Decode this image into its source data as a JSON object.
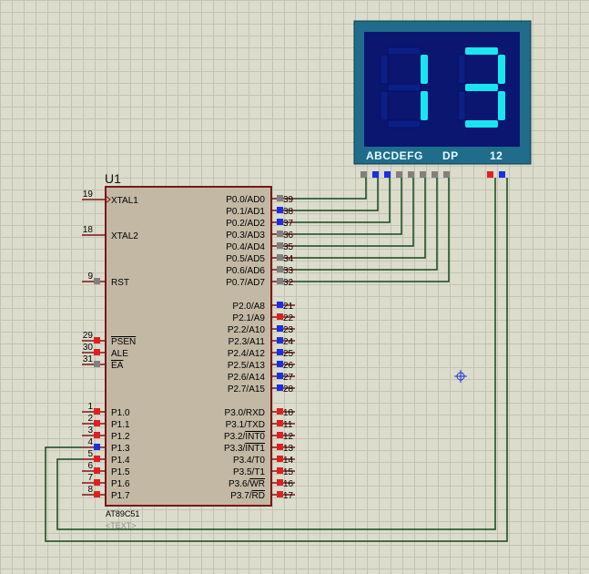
{
  "colors": {
    "chip_body": "#c2b8a4",
    "chip_border": "#7a1717",
    "wire": "#13471c",
    "pin_low": "#1a2fe0",
    "pin_high": "#e02020",
    "pin_float": "#808080",
    "display_frame": "#1f6d8a",
    "display_screen": "#0a1670",
    "segment_on": "#19e5f0",
    "segment_off": "#0b1f86"
  },
  "chip": {
    "ref": "U1",
    "part": "AT89C51",
    "text_placeholder": "<TEXT>",
    "left_pins": [
      {
        "num": "19",
        "name": "XTAL1",
        "state": "none"
      },
      {
        "num": "18",
        "name": "XTAL2",
        "state": "none"
      },
      {
        "num": "9",
        "name": "RST",
        "state": "float"
      },
      {
        "num": "29",
        "name": "PSEN",
        "state": "high",
        "overline": true
      },
      {
        "num": "30",
        "name": "ALE",
        "state": "high"
      },
      {
        "num": "31",
        "name": "EA",
        "state": "float",
        "overline": true
      },
      {
        "num": "1",
        "name": "P1.0",
        "state": "high"
      },
      {
        "num": "2",
        "name": "P1.1",
        "state": "high"
      },
      {
        "num": "3",
        "name": "P1.2",
        "state": "high"
      },
      {
        "num": "4",
        "name": "P1.3",
        "state": "low"
      },
      {
        "num": "5",
        "name": "P1.4",
        "state": "high"
      },
      {
        "num": "6",
        "name": "P1.5",
        "state": "high"
      },
      {
        "num": "7",
        "name": "P1.6",
        "state": "high"
      },
      {
        "num": "8",
        "name": "P1.7",
        "state": "high"
      }
    ],
    "right_pins": [
      {
        "num": "39",
        "name": "P0.0/AD0",
        "state": "float"
      },
      {
        "num": "38",
        "name": "P0.1/AD1",
        "state": "low"
      },
      {
        "num": "37",
        "name": "P0.2/AD2",
        "state": "low"
      },
      {
        "num": "36",
        "name": "P0.3/AD3",
        "state": "float"
      },
      {
        "num": "35",
        "name": "P0.4/AD4",
        "state": "float"
      },
      {
        "num": "34",
        "name": "P0.5/AD5",
        "state": "float"
      },
      {
        "num": "33",
        "name": "P0.6/AD6",
        "state": "float"
      },
      {
        "num": "32",
        "name": "P0.7/AD7",
        "state": "float"
      },
      {
        "num": "21",
        "name": "P2.0/A8",
        "state": "low"
      },
      {
        "num": "22",
        "name": "P2.1/A9",
        "state": "high"
      },
      {
        "num": "23",
        "name": "P2.2/A10",
        "state": "low"
      },
      {
        "num": "24",
        "name": "P2.3/A11",
        "state": "low"
      },
      {
        "num": "25",
        "name": "P2.4/A12",
        "state": "low"
      },
      {
        "num": "26",
        "name": "P2.5/A13",
        "state": "low"
      },
      {
        "num": "27",
        "name": "P2.6/A14",
        "state": "low"
      },
      {
        "num": "28",
        "name": "P2.7/A15",
        "state": "low"
      },
      {
        "num": "10",
        "name": "P3.0/RXD",
        "state": "high"
      },
      {
        "num": "11",
        "name": "P3.1/TXD",
        "state": "high"
      },
      {
        "num": "12",
        "name": "P3.2/INT0",
        "state": "high",
        "overline_part": "INT0"
      },
      {
        "num": "13",
        "name": "P3.3/INT1",
        "state": "high",
        "overline_part": "INT1"
      },
      {
        "num": "14",
        "name": "P3.4/T0",
        "state": "high"
      },
      {
        "num": "15",
        "name": "P3.5/T1",
        "state": "high"
      },
      {
        "num": "16",
        "name": "P3.6/WR",
        "state": "high",
        "overline_part": "WR"
      },
      {
        "num": "17",
        "name": "P3.7/RD",
        "state": "high",
        "overline_part": "RD"
      }
    ]
  },
  "display": {
    "digits": "13",
    "segment_labels": "ABCDEFG",
    "dp_label": "DP",
    "common_labels": "12",
    "segment_pin_states": [
      "float",
      "low",
      "low",
      "float",
      "float",
      "float",
      "float",
      "float"
    ],
    "common_pin_states": [
      "high",
      "low"
    ]
  }
}
